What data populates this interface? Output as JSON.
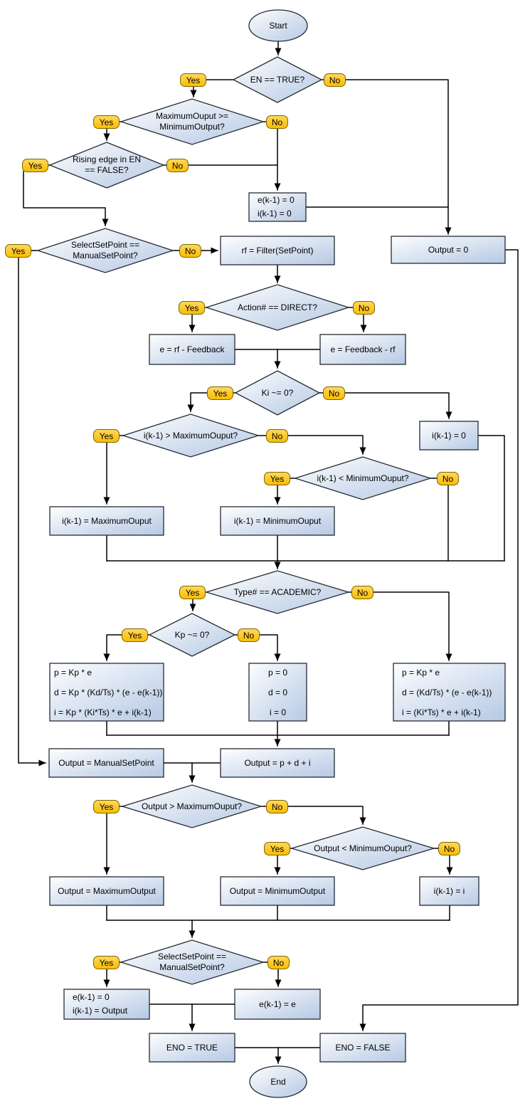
{
  "badges": {
    "yes": "Yes",
    "no": "No"
  },
  "nodes": {
    "start": "Start",
    "d_en": "EN == TRUE?",
    "d_maxmin": "MaximumOuput >=\nMinimumOutput?",
    "d_rising": "Rising edge in EN\n== FALSE?",
    "p_reset": "e(k-1) = 0\ni(k-1) = 0",
    "d_select_top": "SelectSetPoint ==\nManualSetPoint?",
    "p_rf": "rf = Filter(SetPoint)",
    "p_out0": "Output = 0",
    "d_action": "Action# == DIRECT?",
    "p_e_direct": "e = rf - Feedback",
    "p_e_reverse": "e = Feedback - rf",
    "d_ki": "Ki ~= 0?",
    "d_ik_max": "i(k-1) > MaximumOuput?",
    "p_ik0": "i(k-1) = 0",
    "d_ik_min": "i(k-1) < MinimumOuput?",
    "p_ik_max": "i(k-1) = MaximumOuput",
    "p_ik_min": "i(k-1) = MinimumOuput",
    "d_type": "Type# == ACADEMIC?",
    "d_kp": "Kp ~= 0?",
    "p_pid_a": "p = Kp * e\nd = Kp * (Kd/Ts) * (e - e(k-1))\ni = Kp * (Ki*Ts) * e + i(k-1)",
    "p_pid_b": "p = 0\nd = 0\ni = 0",
    "p_pid_c": "p = Kp * e\nd = (Kd/Ts) * (e - e(k-1))\ni = (Ki*Ts) * e + i(k-1)",
    "p_out_manual": "Output = ManualSetPoint",
    "p_out_pdi": "Output = p + d + i",
    "d_out_max": "Output > MaximumOuput?",
    "d_out_min": "Output < MinimumOuput?",
    "p_out_max": "Output = MaximumOutput",
    "p_out_min": "Output = MinimumOutput",
    "p_ik_i": "i(k-1) = i",
    "d_select_bottom": "SelectSetPoint ==\nManualSetPoint?",
    "p_reset_out": "e(k-1) = 0\ni(k-1) = Output",
    "p_eke": "e(k-1) = e",
    "p_eno_true": "ENO = TRUE",
    "p_eno_false": "ENO = FALSE",
    "end": "End"
  },
  "colors": {
    "node_fill_light": "#fdfeff",
    "node_fill_dark": "#b6c9e4",
    "node_border": "#262b33",
    "badge_fill": "#fbbd00",
    "badge_border": "#7d6600",
    "line": "#000000"
  }
}
